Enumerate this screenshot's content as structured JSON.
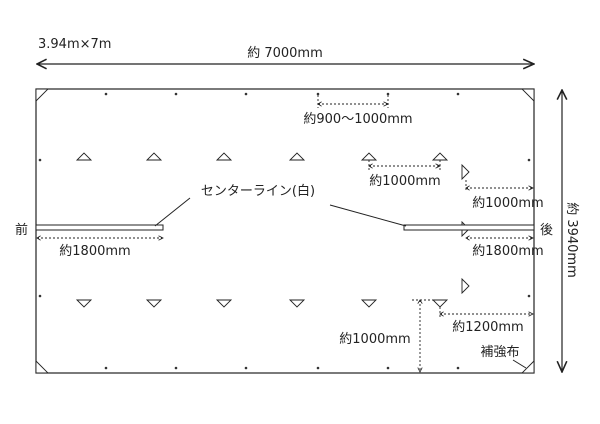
{
  "size_label": "3.94m×7m",
  "width_label": "約 7000mm",
  "height_label": "約 3940mm",
  "center_line_label": "センターライン(白)",
  "front_label": "前",
  "back_label": "後",
  "reinforcement_label": "補強布",
  "dims": {
    "top_gap": "約900～1000mm",
    "tri_gap": "約1000mm",
    "right_top": "約1000mm",
    "left_line": "約1800mm",
    "right_line": "約1800mm",
    "bottom_right": "約1200mm",
    "bottom_vertical": "約1000mm"
  }
}
